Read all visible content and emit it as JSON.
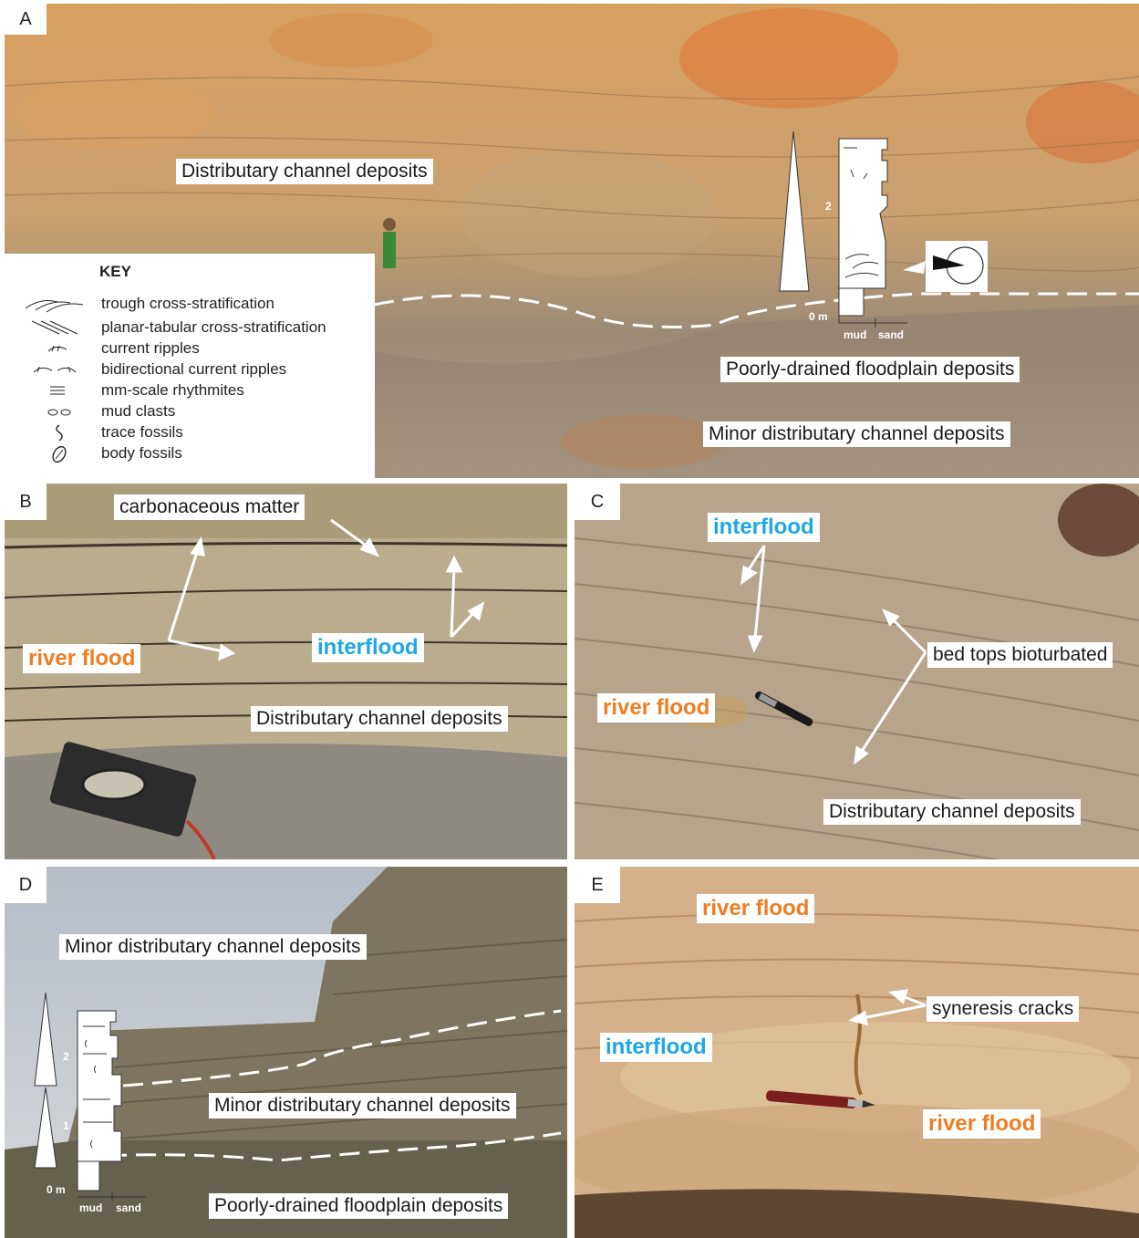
{
  "panels": {
    "a": {
      "letter": "A",
      "labels": {
        "distributary": "Distributary channel deposits",
        "poorly_drained": "Poorly-drained floodplain deposits",
        "minor": "Minor distributary channel deposits"
      },
      "log": {
        "tick_2": "2",
        "zero": "0 m",
        "mud": "mud",
        "sand": "sand"
      }
    },
    "b": {
      "letter": "B",
      "labels": {
        "carbonaceous": "carbonaceous matter",
        "river_flood": "river flood",
        "interflood": "interflood",
        "distributary": "Distributary channel deposits"
      }
    },
    "c": {
      "letter": "C",
      "labels": {
        "interflood": "interflood",
        "bed_tops": "bed tops bioturbated",
        "river_flood": "river flood",
        "distributary": "Distributary channel deposits"
      }
    },
    "d": {
      "letter": "D",
      "labels": {
        "minor_top": "Minor distributary channel deposits",
        "minor_mid": "Minor distributary channel deposits",
        "poorly_drained": "Poorly-drained floodplain deposits"
      },
      "log": {
        "tick_2": "2",
        "tick_1": "1",
        "zero": "0 m",
        "mud": "mud",
        "sand": "sand"
      }
    },
    "e": {
      "letter": "E",
      "labels": {
        "river_flood_top": "river flood",
        "syneresis": "syneresis cracks",
        "interflood": "interflood",
        "river_flood_bottom": "river flood"
      }
    }
  },
  "key": {
    "title": "KEY",
    "items": [
      {
        "icon": "trough-cross-stratification-icon",
        "label": "trough cross-stratification"
      },
      {
        "icon": "planar-tabular-cross-stratification-icon",
        "label": "planar-tabular cross-stratification"
      },
      {
        "icon": "current-ripples-icon",
        "label": "current ripples"
      },
      {
        "icon": "bidirectional-current-ripples-icon",
        "label": "bidirectional current ripples"
      },
      {
        "icon": "rhythmites-icon",
        "label": "mm-scale rhythmites"
      },
      {
        "icon": "mud-clasts-icon",
        "label": "mud clasts"
      },
      {
        "icon": "trace-fossils-icon",
        "label": "trace fossils"
      },
      {
        "icon": "body-fossils-icon",
        "label": "body fossils"
      }
    ]
  },
  "colors": {
    "river_flood": "#f07d22",
    "interflood": "#1ea7e1"
  }
}
